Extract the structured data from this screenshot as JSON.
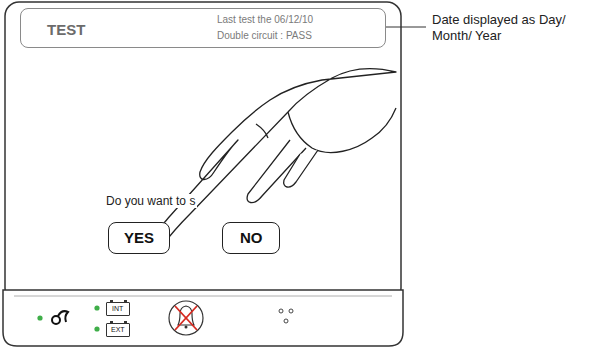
{
  "diagram": {
    "nodes": [
      {
        "text": [
          "TEST",
          "Last test the 06/12/10",
          "Double circuit : PASS"
        ]
      },
      {
        "text": [
          "YES"
        ]
      },
      {
        "text": [
          "NO"
        ]
      },
      {
        "text": [
          "INT"
        ]
      },
      {
        "text": [
          "EXT"
        ]
      }
    ],
    "labels": [
      "Date displayed as Day/ Month/ Year",
      "Do you want to s"
    ]
  }
}
